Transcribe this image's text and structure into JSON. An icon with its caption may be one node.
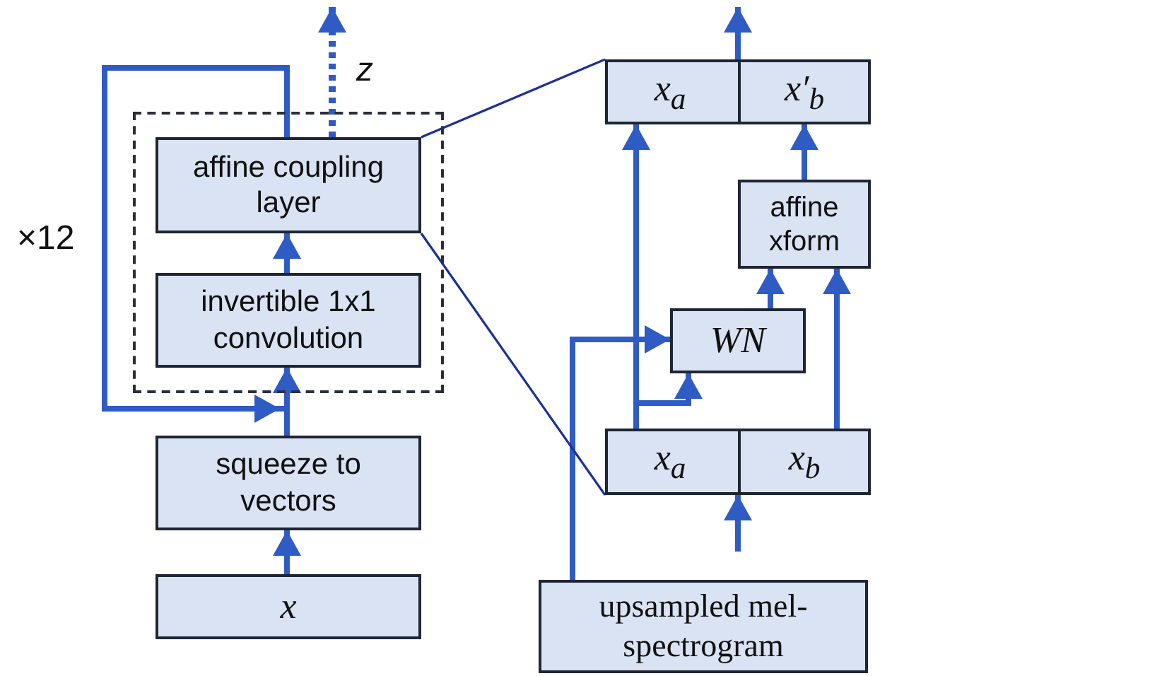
{
  "diagram": {
    "nodes": [
      {
        "text": [],
        "shape": "box"
      },
      {
        "text": [
          "affine coupling layer"
        ],
        "in": 0
      },
      {
        "text": [
          "invertible 1x1 convolution"
        ],
        "in": 0
      },
      {
        "text": [
          "squeeze to vectors"
        ]
      },
      {
        "text": [
          "x"
        ]
      },
      {
        "text": [],
        "shape": "box"
      },
      {
        "text": [
          "x$_{a}$"
        ],
        "in": 5
      },
      {
        "text": [
          "x′$_{b}$"
        ],
        "in": 5
      },
      {
        "text": [
          "affine xform"
        ]
      },
      {
        "text": [
          "WN"
        ]
      },
      {
        "text": [],
        "shape": "box"
      },
      {
        "text": [
          "x$_{a}$"
        ],
        "in": 10
      },
      {
        "text": [
          "x$_{b}$"
        ],
        "in": 10
      },
      {
        "text": [
          "upsampled mel-spectrogram"
        ]
      }
    ],
    "edges": [
      {
        "from": 4,
        "to": 3,
        "arrow": "to"
      },
      {
        "from": 3,
        "to": 2,
        "arrow": "to"
      },
      {
        "from": 2,
        "to": 1,
        "arrow": "to"
      },
      {
        "from": 1,
        "to": 2,
        "arrow": "to"
      },
      {
        "from": 1,
        "to": null,
        "arrow": "to",
        "label": "z",
        "style": "dashed"
      },
      {
        "from": 13,
        "to": 9,
        "arrow": "to"
      },
      {
        "from": 11,
        "to": 6,
        "arrow": "to"
      },
      {
        "from": 11,
        "to": 9,
        "arrow": "to"
      },
      {
        "from": 12,
        "to": 8,
        "arrow": "to"
      },
      {
        "from": 9,
        "to": 8,
        "arrow": "to"
      },
      {
        "from": 8,
        "to": 7,
        "arrow": "to"
      },
      {
        "from": null,
        "to": 10,
        "arrow": "to"
      },
      {
        "from": 5,
        "to": null,
        "arrow": "to"
      },
      {
        "from": 1,
        "to": 5,
        "arrow": "none",
        "color": "#1a2f9a"
      },
      {
        "from": 1,
        "to": 10,
        "arrow": "none",
        "color": "#1a2f9a"
      }
    ],
    "labels": [
      "×12"
    ]
  }
}
